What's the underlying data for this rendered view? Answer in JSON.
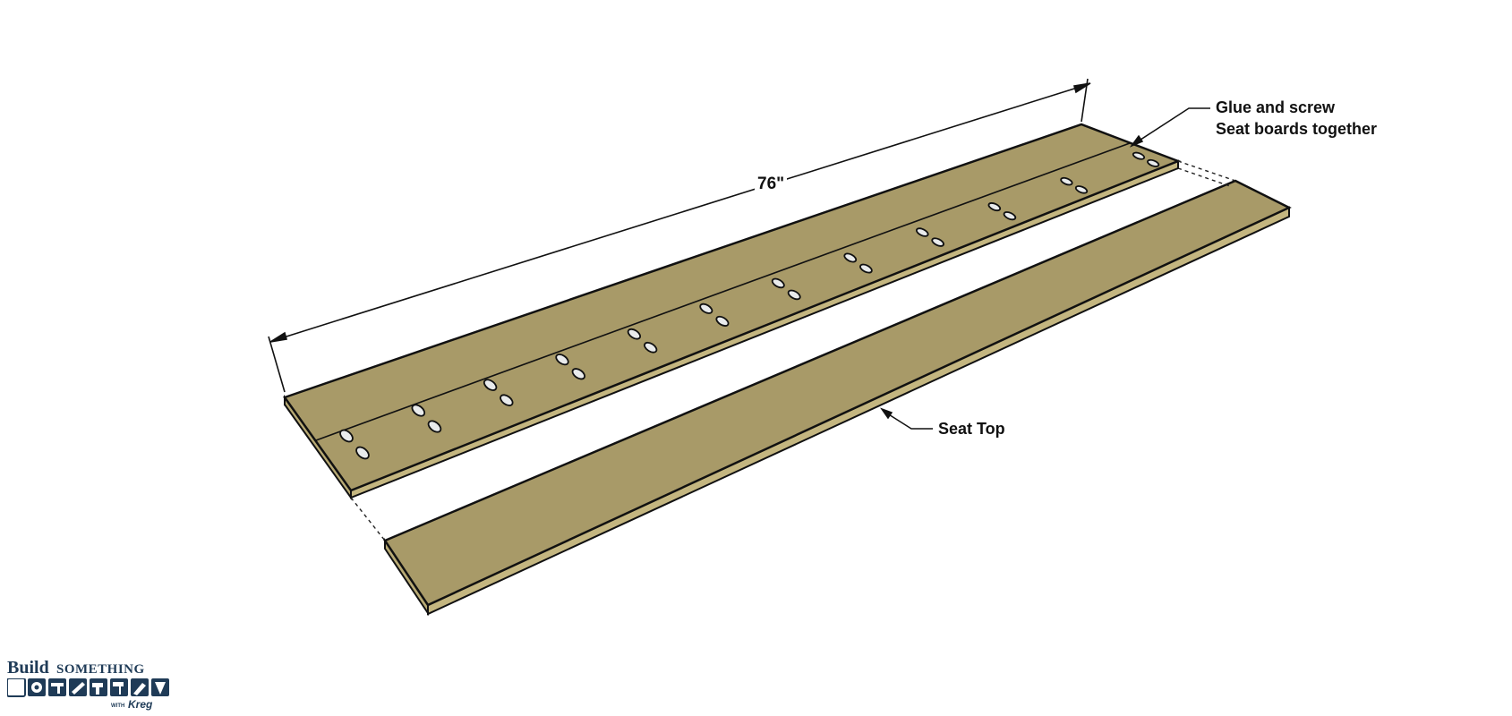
{
  "diagram": {
    "dimension_label": "76\"",
    "callout_glue": {
      "line1": "Glue and screw",
      "line2": "Seat boards together"
    },
    "callout_seat_top": "Seat Top"
  },
  "logo": {
    "word_build": "Build",
    "word_something": "SOMETHING",
    "word_with": "WITH",
    "word_brand": "Kreg"
  },
  "colors": {
    "board_top": "#a89a68",
    "board_edge": "#c4b680",
    "outline": "#111111",
    "pocket_hole": "#e9ebec",
    "logo_blue": "#1f3b57"
  },
  "icons": [
    "plain-tile-icon",
    "saw-blade-icon",
    "ruler-icon",
    "hammer-icon",
    "drill-icon",
    "paint-roller-icon",
    "paintbrush-icon",
    "screw-icon"
  ]
}
